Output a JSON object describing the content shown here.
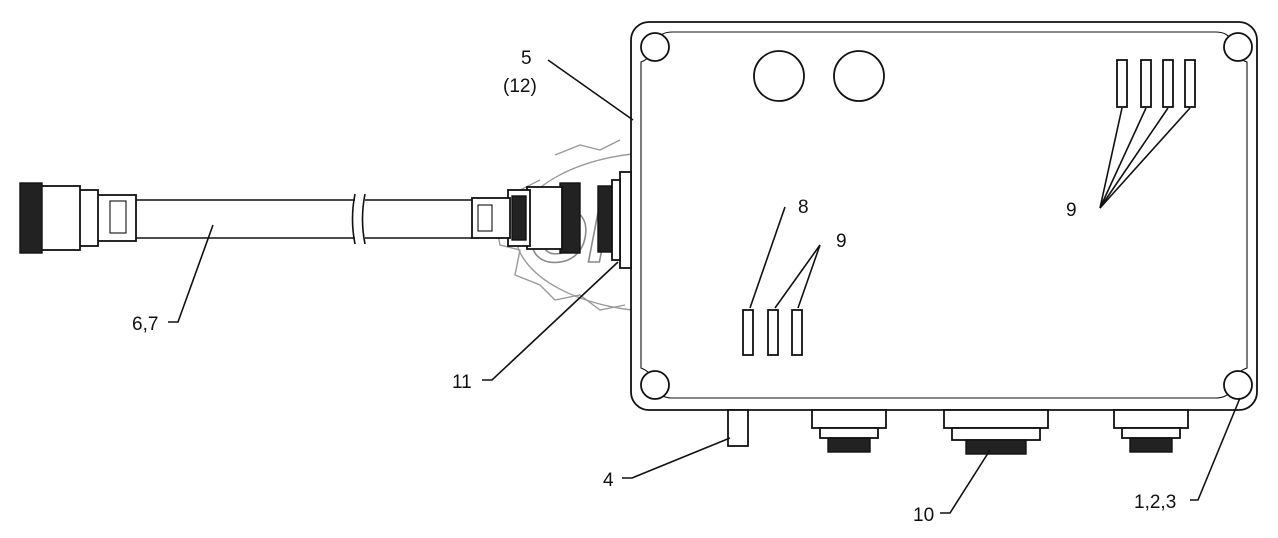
{
  "watermark": {
    "text": "OPEX"
  },
  "callouts": {
    "c5": "5",
    "c12": "(12)",
    "c8": "8",
    "c9_right": "9",
    "c9_mid": "9",
    "c67": "6,7",
    "c11": "11",
    "c4": "4",
    "c10": "10",
    "c123": "1,2,3"
  },
  "colors": {
    "line": "#111111",
    "watermark": "#8a8a8a",
    "background": "#ffffff"
  }
}
